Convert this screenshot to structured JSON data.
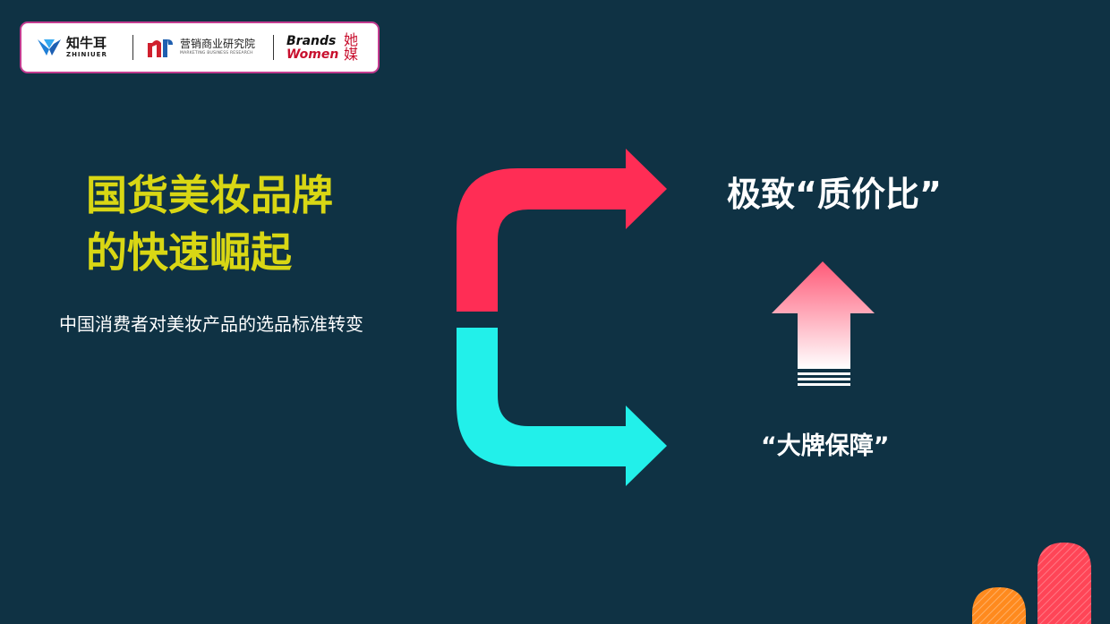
{
  "logos": {
    "zhiniuer_cn": "知牛耳",
    "zhiniuer_en": "ZHINIUER",
    "research_cn": "营销商业研究院",
    "research_en": "MARKETING BUSINESS RESEARCH",
    "brands_en_1": "Brands",
    "brands_en_2": "Women",
    "brands_cn": "她媒"
  },
  "headline": {
    "line1": "国货美妆品牌",
    "line2": "的快速崛起"
  },
  "subline": "中国消费者对美妆产品的选品标准转变",
  "labels": {
    "top": "极致“质价比”",
    "bottom": "“大牌保障”"
  },
  "colors": {
    "background": "#0f3244",
    "headline": "#d9d714",
    "arrow_red": "#ff2d55",
    "arrow_cyan": "#22f0ea",
    "up_arrow_top": "#ff5a78",
    "decor_orange": "#ff8a1e",
    "decor_red": "#ff4557"
  }
}
